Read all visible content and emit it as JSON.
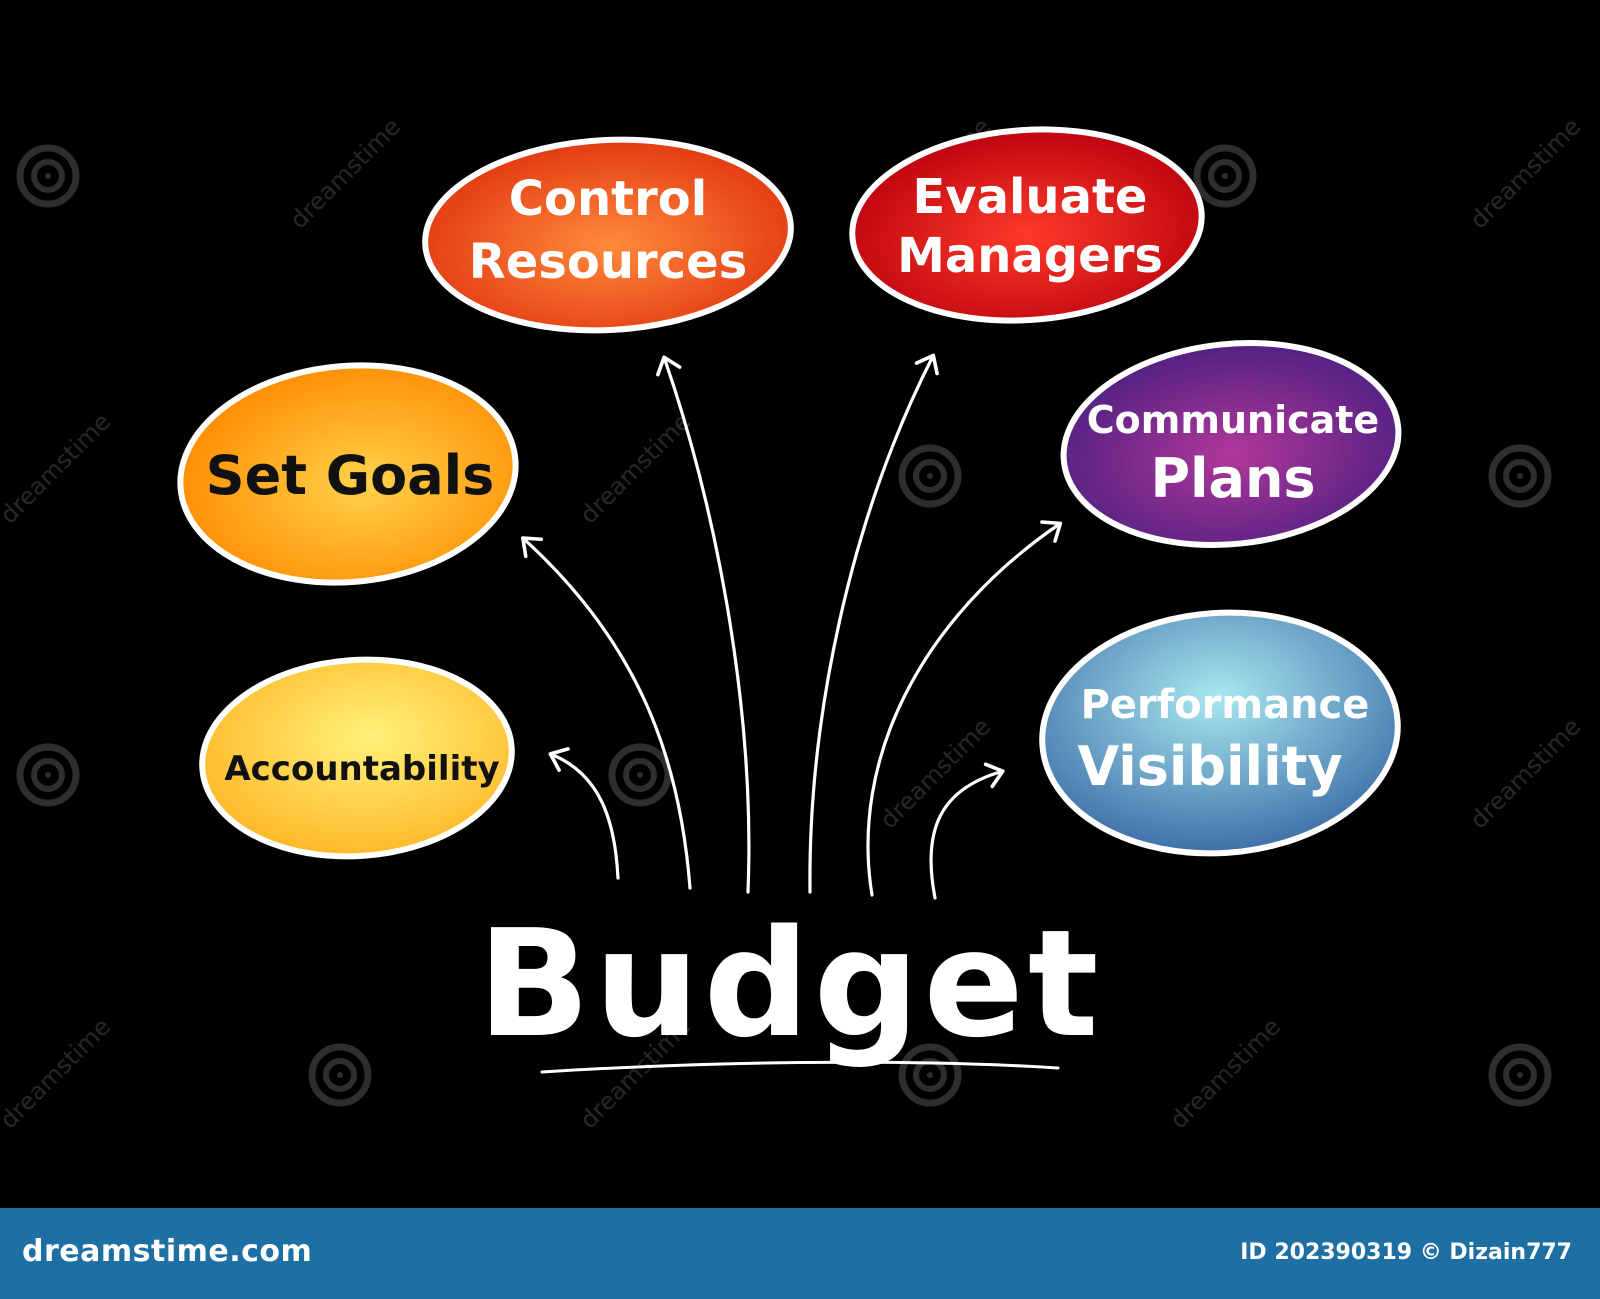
{
  "diagram": {
    "center_label": "Budget",
    "nodes": [
      {
        "id": "control-resources",
        "line1": "Control",
        "line2": "Resources",
        "color_light": "#ff8a3a",
        "color_dark": "#e0330f",
        "text_color": "#ffffff"
      },
      {
        "id": "evaluate-managers",
        "line1": "Evaluate",
        "line2": "Managers",
        "color_light": "#ff3a2a",
        "color_dark": "#b8000c",
        "text_color": "#ffffff"
      },
      {
        "id": "set-goals",
        "line1": "Set Goals",
        "line2": "",
        "color_light": "#ffd24a",
        "color_dark": "#ff8a00",
        "text_color": "#111111"
      },
      {
        "id": "communicate-plans",
        "line1": "Communicate",
        "line2": "Plans",
        "color_light": "#b0389a",
        "color_dark": "#4a1f80",
        "text_color": "#ffffff"
      },
      {
        "id": "accountability",
        "line1": "Accountability",
        "line2": "",
        "color_light": "#fff27a",
        "color_dark": "#ffb92a",
        "text_color": "#111111"
      },
      {
        "id": "performance-visibility",
        "line1": "Performance",
        "line2": "Visibility",
        "color_light": "#a8e8f0",
        "color_dark": "#3f6fa8",
        "text_color": "#ffffff"
      }
    ]
  },
  "watermark": {
    "text": "dreamstime"
  },
  "footer": {
    "brand": "dreamstime.com",
    "id_text": "ID 202390319 © Dizain777",
    "background": "#1d6fa4"
  }
}
